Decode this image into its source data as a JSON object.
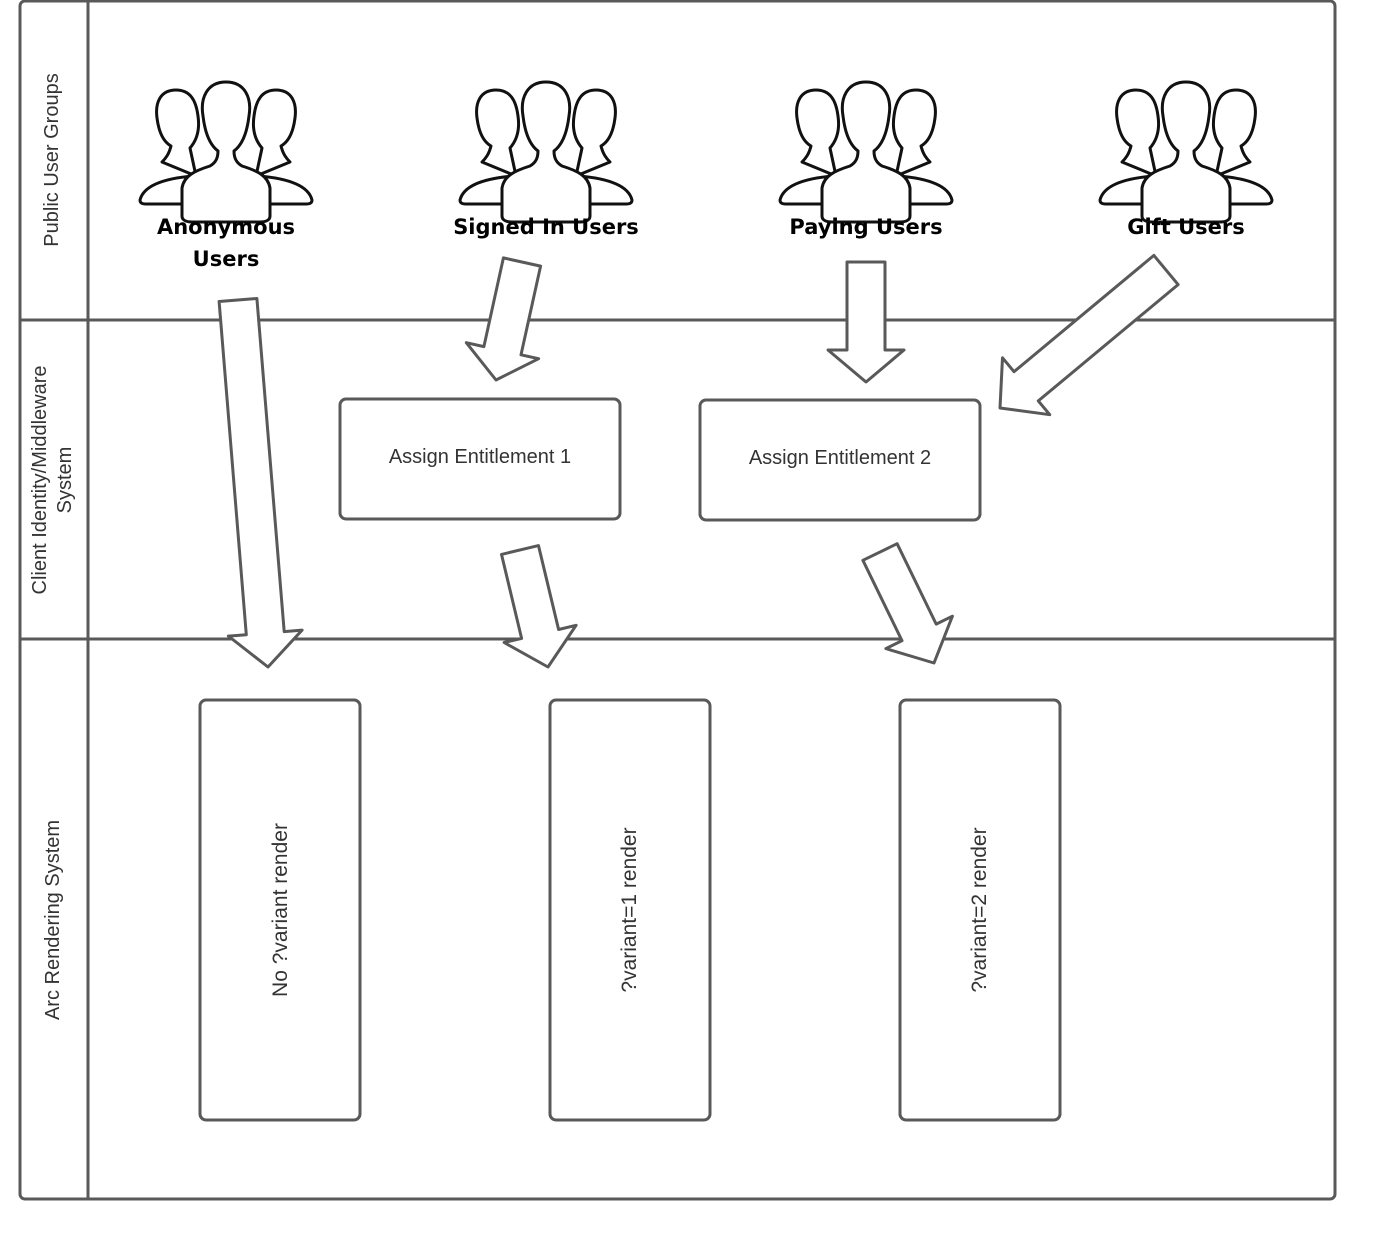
{
  "lanes": [
    {
      "id": "public",
      "label": "Public User Groups"
    },
    {
      "id": "middleware",
      "label_line1": "Client Identity/Middleware",
      "label_line2": "System"
    },
    {
      "id": "arc",
      "label": "Arc Rendering System"
    }
  ],
  "user_groups": [
    {
      "id": "anonymous",
      "label_line1": "Anonymous",
      "label_line2": "Users",
      "icon": "users-group-icon"
    },
    {
      "id": "signed-in",
      "label": "Signed In Users",
      "icon": "users-group-icon"
    },
    {
      "id": "paying",
      "label": "Paying Users",
      "icon": "users-group-icon"
    },
    {
      "id": "gift",
      "label": "Gift Users",
      "icon": "users-group-icon"
    }
  ],
  "entitlements": [
    {
      "id": "entitlement-1",
      "label": "Assign Entitlement 1"
    },
    {
      "id": "entitlement-2",
      "label": "Assign Entitlement 2"
    }
  ],
  "renders": [
    {
      "id": "no-variant",
      "label": "No ?variant render"
    },
    {
      "id": "variant-1",
      "label": "?variant=1 render"
    },
    {
      "id": "variant-2",
      "label": "?variant=2 render"
    }
  ],
  "flows": [
    {
      "from": "anonymous",
      "to": "no-variant"
    },
    {
      "from": "signed-in",
      "to": "entitlement-1"
    },
    {
      "from": "paying",
      "to": "entitlement-2"
    },
    {
      "from": "gift",
      "to": "entitlement-2"
    },
    {
      "from": "entitlement-1",
      "to": "variant-1"
    },
    {
      "from": "entitlement-2",
      "to": "variant-2"
    }
  ],
  "colors": {
    "frame": "#595959",
    "text": "#333333",
    "icon_stroke": "#111111",
    "background": "#ffffff"
  }
}
